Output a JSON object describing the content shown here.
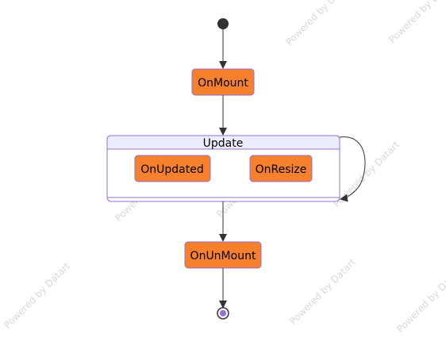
{
  "diagram": {
    "type": "state-diagram",
    "colors": {
      "state_fill": "#F6802C",
      "state_border": "#9370DB",
      "composite_header_fill": "#ECECFF",
      "composite_body_fill": "#FFFFFF",
      "edge": "#333333",
      "start_node": "#333333",
      "watermark": "#C8C8C8"
    },
    "states": {
      "on_mount": "OnMount",
      "on_updated": "OnUpdated",
      "on_resize": "OnResize",
      "on_unmount": "OnUnMount"
    },
    "composite": {
      "title": "Update"
    },
    "transitions": [
      {
        "from": "start",
        "to": "OnMount"
      },
      {
        "from": "OnMount",
        "to": "Update"
      },
      {
        "from": "Update",
        "to": "Update"
      },
      {
        "from": "Update",
        "to": "OnUnMount"
      },
      {
        "from": "OnUnMount",
        "to": "end"
      }
    ],
    "watermark_text": "Powered by Datart"
  }
}
